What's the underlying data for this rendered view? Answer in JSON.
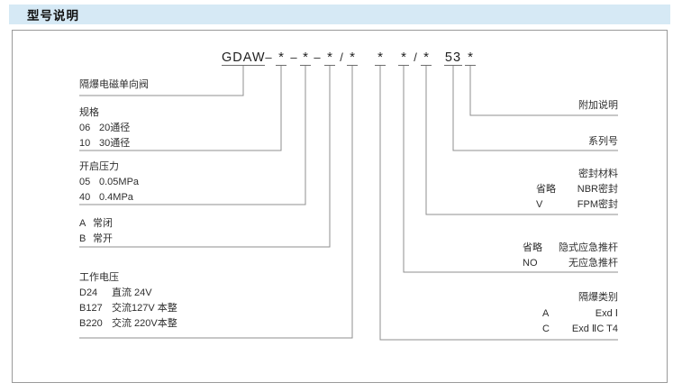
{
  "header": {
    "title": "型号说明"
  },
  "diagram": {
    "code": {
      "prefix": "GDAW",
      "dash": "–",
      "slash": "/",
      "star": "*",
      "series_number": "53"
    },
    "left": {
      "valve_name": "隔爆电磁单向阀",
      "spec": {
        "heading": "规格",
        "items": [
          {
            "code": "06",
            "desc": "20通径"
          },
          {
            "code": "10",
            "desc": "30通径"
          }
        ]
      },
      "pressure": {
        "heading": "开启压力",
        "items": [
          {
            "code": "05",
            "desc": "0.05MPa"
          },
          {
            "code": "40",
            "desc": "0.4MPa"
          }
        ]
      },
      "valve_type": {
        "items": [
          {
            "code": "A",
            "desc": "常闭"
          },
          {
            "code": "B",
            "desc": "常开"
          }
        ]
      },
      "voltage": {
        "heading": "工作电压",
        "items": [
          {
            "code": "D24",
            "desc": "直流 24V"
          },
          {
            "code": "B127",
            "desc": "交流127V 本整"
          },
          {
            "code": "B220",
            "desc": "交流 220V本整"
          }
        ]
      }
    },
    "right": {
      "note": {
        "heading": "附加说明"
      },
      "series": {
        "heading": "系列号"
      },
      "seal": {
        "heading": "密封材料",
        "items": [
          {
            "code": "省略",
            "desc": "NBR密封"
          },
          {
            "code": "V",
            "desc": "FPM密封"
          }
        ]
      },
      "pushrod": {
        "items": [
          {
            "code": "省略",
            "desc": "隐式应急推杆"
          },
          {
            "code": "NO",
            "desc": "无应急推杆"
          }
        ]
      },
      "exd": {
        "heading": "隔爆类别",
        "items": [
          {
            "code": "A",
            "desc": "Exd Ⅰ"
          },
          {
            "code": "C",
            "desc": "Exd ⅡC T4"
          }
        ]
      }
    },
    "colors": {
      "accent_bar": "#d6e9f5",
      "line": "#8f8f8f"
    }
  }
}
